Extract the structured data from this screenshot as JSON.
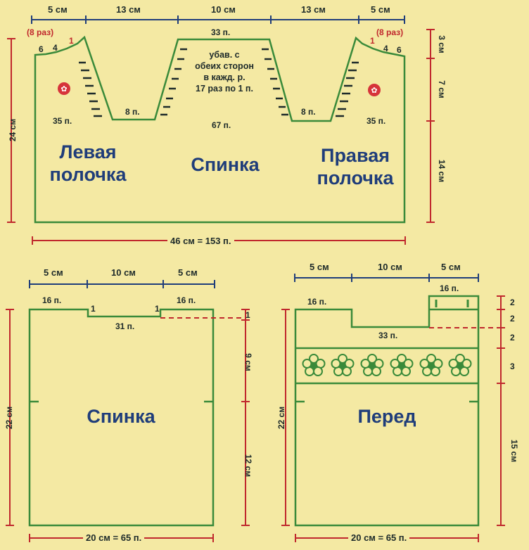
{
  "top": {
    "dims_top": [
      "5 см",
      "13 см",
      "10 см",
      "13 см",
      "5 см"
    ],
    "repeat_left": "(8 раз)",
    "repeat_right": "(8 раз)",
    "left_counts": [
      "6",
      "4",
      "1"
    ],
    "right_counts": [
      "1",
      "4",
      "6"
    ],
    "neck_top": "33 п.",
    "note": [
      "убав. с",
      "обеих сторон",
      "в кажд. р.",
      "17 раз по 1 п."
    ],
    "left_armhole": "8 п.",
    "right_armhole": "8 п.",
    "left_count": "35 п.",
    "right_count": "35 п.",
    "center_count": "67 п.",
    "left_label": [
      "Левая",
      "полочка"
    ],
    "center_label": "Спинка",
    "right_label": [
      "Правая",
      "полочка"
    ],
    "height_total": "24 см",
    "right_dims": [
      "3 см",
      "7 см",
      "14 см"
    ],
    "bottom": "46 см = 153 п."
  },
  "back": {
    "dims_top": [
      "5 см",
      "10 см",
      "5 см"
    ],
    "left_count": "16 п.",
    "right_count": "16 п.",
    "step_left": "1",
    "step_right": "1",
    "neck": "31 п.",
    "marker": "1",
    "height_total": "22 см",
    "right_dims": [
      "9 см",
      "12 см"
    ],
    "label": "Спинка",
    "bottom": "20 см = 65 п."
  },
  "front": {
    "dims_top": [
      "5 см",
      "10 см",
      "5 см"
    ],
    "tab_count": "16 п.",
    "left_count": "16 п.",
    "neck": "33 п.",
    "height_total": "22 см",
    "right_dims": [
      "2",
      "2",
      "2",
      "3",
      "15 см"
    ],
    "label": "Перед",
    "bottom": "20 см = 65 п."
  },
  "colors": {
    "background": "#f4e9a3",
    "outline": "#3a8a3a",
    "dimension": "#c0282d",
    "label": "#1f3d7a"
  }
}
